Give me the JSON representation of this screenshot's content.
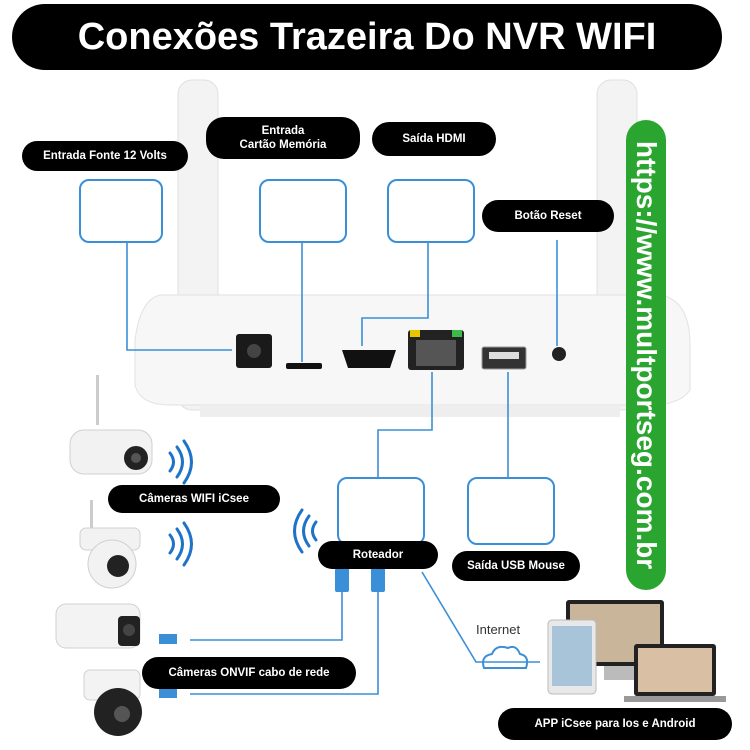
{
  "title": "Conexões Trazeira Do NVR WIFI",
  "labels": {
    "power": "Entrada Fonte 12 Volts",
    "memory_line1": "Entrada",
    "memory_line2": "Cartão Memória",
    "hdmi": "Saída HDMI",
    "reset": "Botão Reset",
    "wifi_cameras": "Câmeras WIFI iCsee",
    "router": "Roteador",
    "usb_mouse": "Saída USB Mouse",
    "onvif_cameras": "Câmeras ONVIF cabo de rede",
    "app": "APP iCsee para Ios e Android",
    "internet": "Internet"
  },
  "website": "https://www.multportseg.com.br",
  "colors": {
    "title_bg": "#000000",
    "label_bg": "#000000",
    "url_bg": "#2aa52f",
    "wire": "#3b8fd6"
  }
}
